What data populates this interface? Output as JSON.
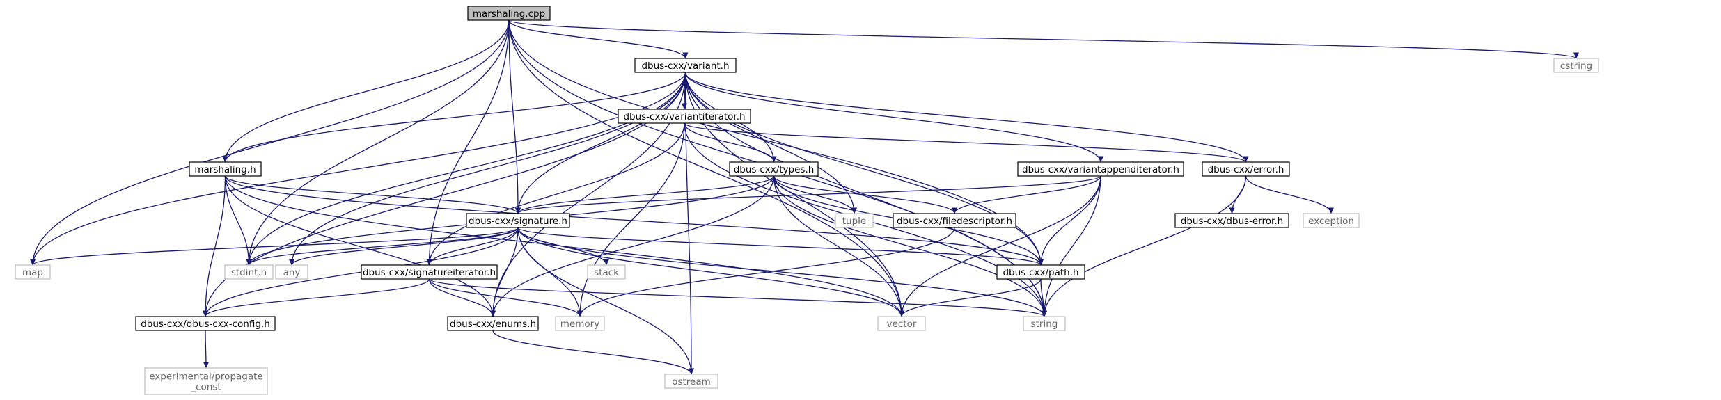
{
  "colors": {
    "edge": "#191970",
    "project_border": "#000000",
    "project_fill": "#ffffff",
    "system_border": "#bfbfbf",
    "system_fill": "#ffffff",
    "root_fill": "#bfbfbf",
    "text_project": "#000000",
    "text_system": "#666666"
  },
  "nodes": [
    {
      "id": "marshaling_cpp",
      "label": [
        "marshaling.cpp"
      ],
      "kind": "root"
    },
    {
      "id": "variant_h",
      "label": [
        "dbus-cxx/variant.h"
      ],
      "kind": "project"
    },
    {
      "id": "cstring",
      "label": [
        "cstring"
      ],
      "kind": "system"
    },
    {
      "id": "variantiterator_h",
      "label": [
        "dbus-cxx/variantiterator.h"
      ],
      "kind": "project"
    },
    {
      "id": "marshaling_h",
      "label": [
        "marshaling.h"
      ],
      "kind": "project"
    },
    {
      "id": "types_h",
      "label": [
        "dbus-cxx/types.h"
      ],
      "kind": "project"
    },
    {
      "id": "variantappenditerator_h",
      "label": [
        "dbus-cxx/variantappenditerator.h"
      ],
      "kind": "project"
    },
    {
      "id": "error_h",
      "label": [
        "dbus-cxx/error.h"
      ],
      "kind": "project"
    },
    {
      "id": "signature_h",
      "label": [
        "dbus-cxx/signature.h"
      ],
      "kind": "project"
    },
    {
      "id": "tuple",
      "label": [
        "tuple"
      ],
      "kind": "system"
    },
    {
      "id": "filedescriptor_h",
      "label": [
        "dbus-cxx/filedescriptor.h"
      ],
      "kind": "project"
    },
    {
      "id": "dbus_error_h",
      "label": [
        "dbus-cxx/dbus-error.h"
      ],
      "kind": "project"
    },
    {
      "id": "exception",
      "label": [
        "exception"
      ],
      "kind": "system"
    },
    {
      "id": "map",
      "label": [
        "map"
      ],
      "kind": "system"
    },
    {
      "id": "stdint_h",
      "label": [
        "stdint.h"
      ],
      "kind": "system"
    },
    {
      "id": "any",
      "label": [
        "any"
      ],
      "kind": "system"
    },
    {
      "id": "stack",
      "label": [
        "stack"
      ],
      "kind": "system"
    },
    {
      "id": "path_h",
      "label": [
        "dbus-cxx/path.h"
      ],
      "kind": "project"
    },
    {
      "id": "signatureiterator_h",
      "label": [
        "dbus-cxx/signatureiterator.h"
      ],
      "kind": "project"
    },
    {
      "id": "dbus_cxx_config_h",
      "label": [
        "dbus-cxx/dbus-cxx-config.h"
      ],
      "kind": "project"
    },
    {
      "id": "enums_h",
      "label": [
        "dbus-cxx/enums.h"
      ],
      "kind": "project"
    },
    {
      "id": "memory",
      "label": [
        "memory"
      ],
      "kind": "system"
    },
    {
      "id": "vector",
      "label": [
        "vector"
      ],
      "kind": "system"
    },
    {
      "id": "string",
      "label": [
        "string"
      ],
      "kind": "system"
    },
    {
      "id": "propagate_const",
      "label": [
        "experimental/propagate",
        "_const"
      ],
      "kind": "system"
    },
    {
      "id": "ostream",
      "label": [
        "ostream"
      ],
      "kind": "system"
    }
  ],
  "edges": [
    [
      "marshaling_cpp",
      "variant_h"
    ],
    [
      "marshaling_cpp",
      "cstring"
    ],
    [
      "marshaling_cpp",
      "marshaling_h"
    ],
    [
      "marshaling_cpp",
      "signature_h"
    ],
    [
      "marshaling_cpp",
      "map"
    ],
    [
      "marshaling_cpp",
      "stdint_h"
    ],
    [
      "marshaling_cpp",
      "signatureiterator_h"
    ],
    [
      "marshaling_cpp",
      "path_h"
    ],
    [
      "marshaling_cpp",
      "vector"
    ],
    [
      "marshaling_cpp",
      "string"
    ],
    [
      "variant_h",
      "variantiterator_h"
    ],
    [
      "variant_h",
      "marshaling_h"
    ],
    [
      "variant_h",
      "types_h"
    ],
    [
      "variant_h",
      "variantappenditerator_h"
    ],
    [
      "variant_h",
      "error_h"
    ],
    [
      "variant_h",
      "signature_h"
    ],
    [
      "variant_h",
      "tuple"
    ],
    [
      "variant_h",
      "map"
    ],
    [
      "variant_h",
      "stdint_h"
    ],
    [
      "variant_h",
      "any"
    ],
    [
      "variant_h",
      "path_h"
    ],
    [
      "variant_h",
      "dbus_cxx_config_h"
    ],
    [
      "variant_h",
      "enums_h"
    ],
    [
      "variant_h",
      "vector"
    ],
    [
      "variant_h",
      "string"
    ],
    [
      "variant_h",
      "ostream"
    ],
    [
      "variantiterator_h",
      "types_h"
    ],
    [
      "variantiterator_h",
      "error_h"
    ],
    [
      "variantiterator_h",
      "signatureiterator_h"
    ],
    [
      "variantiterator_h",
      "memory"
    ],
    [
      "variantiterator_h",
      "string"
    ],
    [
      "marshaling_h",
      "signature_h"
    ],
    [
      "marshaling_h",
      "stdint_h"
    ],
    [
      "marshaling_h",
      "path_h"
    ],
    [
      "marshaling_h",
      "dbus_cxx_config_h"
    ],
    [
      "marshaling_h",
      "enums_h"
    ],
    [
      "marshaling_h",
      "vector"
    ],
    [
      "types_h",
      "signature_h"
    ],
    [
      "types_h",
      "tuple"
    ],
    [
      "types_h",
      "filedescriptor_h"
    ],
    [
      "types_h",
      "stdint_h"
    ],
    [
      "types_h",
      "path_h"
    ],
    [
      "types_h",
      "enums_h"
    ],
    [
      "types_h",
      "vector"
    ],
    [
      "types_h",
      "string"
    ],
    [
      "variantappenditerator_h",
      "signature_h"
    ],
    [
      "variantappenditerator_h",
      "filedescriptor_h"
    ],
    [
      "variantappenditerator_h",
      "path_h"
    ],
    [
      "variantappenditerator_h",
      "vector"
    ],
    [
      "variantappenditerator_h",
      "string"
    ],
    [
      "error_h",
      "dbus_error_h"
    ],
    [
      "error_h",
      "exception"
    ],
    [
      "error_h",
      "string"
    ],
    [
      "filedescriptor_h",
      "memory"
    ],
    [
      "signature_h",
      "map"
    ],
    [
      "signature_h",
      "stdint_h"
    ],
    [
      "signature_h",
      "any"
    ],
    [
      "signature_h",
      "stack"
    ],
    [
      "signature_h",
      "path_h"
    ],
    [
      "signature_h",
      "signatureiterator_h"
    ],
    [
      "signature_h",
      "dbus_cxx_config_h"
    ],
    [
      "signature_h",
      "enums_h"
    ],
    [
      "signature_h",
      "memory"
    ],
    [
      "signature_h",
      "vector"
    ],
    [
      "signature_h",
      "string"
    ],
    [
      "signature_h",
      "ostream"
    ],
    [
      "path_h",
      "vector"
    ],
    [
      "path_h",
      "string"
    ],
    [
      "signatureiterator_h",
      "dbus_cxx_config_h"
    ],
    [
      "signatureiterator_h",
      "enums_h"
    ],
    [
      "signatureiterator_h",
      "memory"
    ],
    [
      "signatureiterator_h",
      "string"
    ],
    [
      "dbus_cxx_config_h",
      "propagate_const"
    ],
    [
      "enums_h",
      "ostream"
    ]
  ]
}
